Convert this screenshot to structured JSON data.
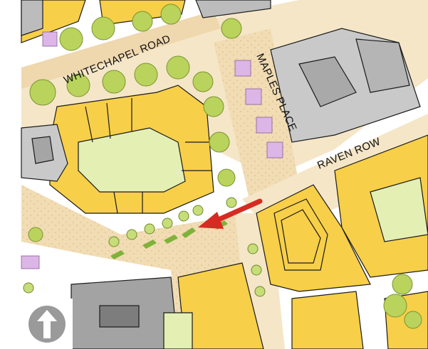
{
  "map": {
    "streets": [
      {
        "name": "WHITECHAPEL ROAD"
      },
      {
        "name": "MAPLES PLACE"
      },
      {
        "name": "RAVEN ROW"
      }
    ],
    "colors": {
      "background": "#ffffff",
      "road": "#f2e4c6",
      "pavement": "#efd7ae",
      "building": "#f7cf48",
      "building_dark": "#bcbcbc",
      "green": "#e4efb4",
      "tree": "#b9d35c",
      "outline": "#1a1a1a",
      "arrow": "#d62b22",
      "north_arrow": "#9a9a9a"
    },
    "north_arrow": {
      "icon": "north-arrow-icon"
    },
    "route_arrow": {
      "icon": "route-arrow-icon",
      "direction": "west-southwest"
    }
  }
}
